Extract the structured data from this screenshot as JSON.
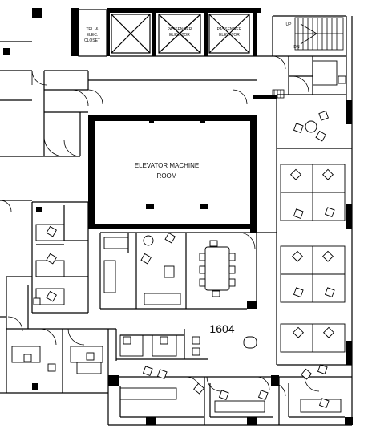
{
  "labels": {
    "tel_closet_1": "TEL. &",
    "tel_closet_2": "ELEC.",
    "tel_closet_3": "CLOSET",
    "elevator1_1": "PASSENGER",
    "elevator1_2": "ELEVATOR",
    "elevator2_1": "PASSENGER",
    "elevator2_2": "ELEVATOR",
    "stair_up": "UP",
    "stair_dn": "DN",
    "machine_room_1": "ELEVATOR MACHINE",
    "machine_room_2": "ROOM",
    "suite_number": "1604"
  },
  "colors": {
    "wall": "#000000",
    "line": "#222222",
    "background": "#ffffff"
  }
}
